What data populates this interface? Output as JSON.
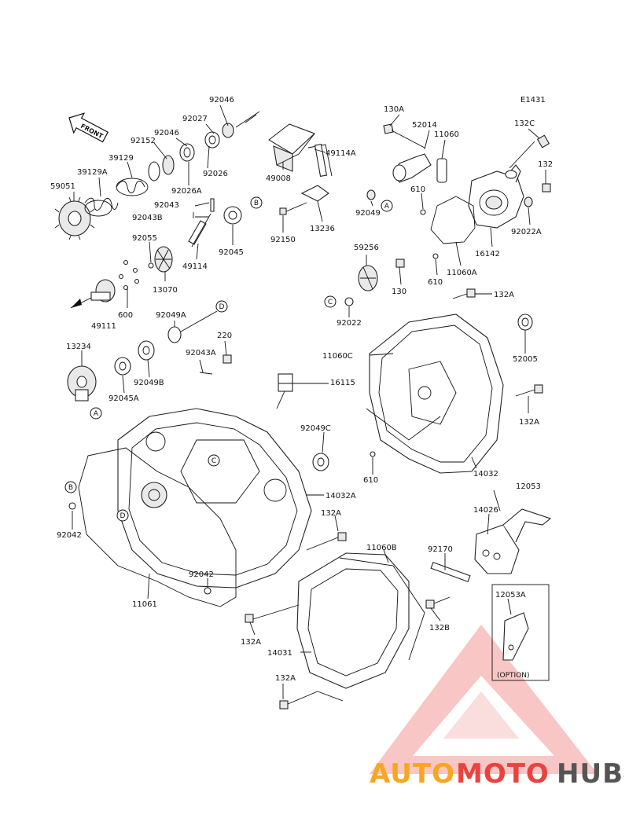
{
  "diagram": {
    "diagram_code": "E1431",
    "front_label": "FRONT",
    "option_label": "(OPTION)",
    "watermark": {
      "auto": "AUTO",
      "moto": "MOTO",
      "hub": "HUB",
      "auto_color": "#f5a623",
      "moto_color": "#e8433f",
      "hub_color": "#555555"
    },
    "refs": [
      "A",
      "B",
      "C",
      "D"
    ],
    "labels": [
      {
        "id": "l92046a",
        "text": "92046"
      },
      {
        "id": "l92027",
        "text": "92027"
      },
      {
        "id": "l92046b",
        "text": "92046"
      },
      {
        "id": "l92152",
        "text": "92152"
      },
      {
        "id": "l39129",
        "text": "39129"
      },
      {
        "id": "l39129a",
        "text": "39129A"
      },
      {
        "id": "l59051",
        "text": "59051"
      },
      {
        "id": "l92026",
        "text": "92026"
      },
      {
        "id": "l92026a",
        "text": "92026A"
      },
      {
        "id": "l92043",
        "text": "92043"
      },
      {
        "id": "l92043b",
        "text": "92043B"
      },
      {
        "id": "l92055",
        "text": "92055"
      },
      {
        "id": "l13070",
        "text": "13070"
      },
      {
        "id": "l600",
        "text": "600"
      },
      {
        "id": "l49111",
        "text": "49111"
      },
      {
        "id": "l49114",
        "text": "49114"
      },
      {
        "id": "l92045",
        "text": "92045"
      },
      {
        "id": "l49008",
        "text": "49008"
      },
      {
        "id": "l49114a",
        "text": "49114A"
      },
      {
        "id": "l92150",
        "text": "92150"
      },
      {
        "id": "l13236",
        "text": "13236"
      },
      {
        "id": "l92049",
        "text": "92049"
      },
      {
        "id": "l130a",
        "text": "130A"
      },
      {
        "id": "l52014",
        "text": "52014"
      },
      {
        "id": "l11060",
        "text": "11060"
      },
      {
        "id": "l132c",
        "text": "132C"
      },
      {
        "id": "l132",
        "text": "132"
      },
      {
        "id": "l610a",
        "text": "610"
      },
      {
        "id": "l92022a",
        "text": "92022A"
      },
      {
        "id": "l16142",
        "text": "16142"
      },
      {
        "id": "l610b",
        "text": "610"
      },
      {
        "id": "l11060a",
        "text": "11060A"
      },
      {
        "id": "l59256",
        "text": "59256"
      },
      {
        "id": "l130",
        "text": "130"
      },
      {
        "id": "l92022",
        "text": "92022"
      },
      {
        "id": "l132a1",
        "text": "132A"
      },
      {
        "id": "l92049a",
        "text": "92049A"
      },
      {
        "id": "l220",
        "text": "220"
      },
      {
        "id": "l92043a",
        "text": "92043A"
      },
      {
        "id": "l13234",
        "text": "13234"
      },
      {
        "id": "l92049b",
        "text": "92049B"
      },
      {
        "id": "l92045a",
        "text": "92045A"
      },
      {
        "id": "l11060c",
        "text": "11060C"
      },
      {
        "id": "l16115",
        "text": "16115"
      },
      {
        "id": "l52005",
        "text": "52005"
      },
      {
        "id": "l132a2",
        "text": "132A"
      },
      {
        "id": "l92049c",
        "text": "92049C"
      },
      {
        "id": "l610c",
        "text": "610"
      },
      {
        "id": "l14032",
        "text": "14032"
      },
      {
        "id": "l12053",
        "text": "12053"
      },
      {
        "id": "l14032a",
        "text": "14032A"
      },
      {
        "id": "l92042a",
        "text": "92042"
      },
      {
        "id": "l132a3",
        "text": "132A"
      },
      {
        "id": "l14026",
        "text": "14026"
      },
      {
        "id": "l11060b",
        "text": "11060B"
      },
      {
        "id": "l92170",
        "text": "92170"
      },
      {
        "id": "l92042b",
        "text": "92042"
      },
      {
        "id": "l11061",
        "text": "11061"
      },
      {
        "id": "l12053a",
        "text": "12053A"
      },
      {
        "id": "l132b",
        "text": "132B"
      },
      {
        "id": "l132a4",
        "text": "132A"
      },
      {
        "id": "l14031",
        "text": "14031"
      },
      {
        "id": "l132a5",
        "text": "132A"
      }
    ]
  }
}
